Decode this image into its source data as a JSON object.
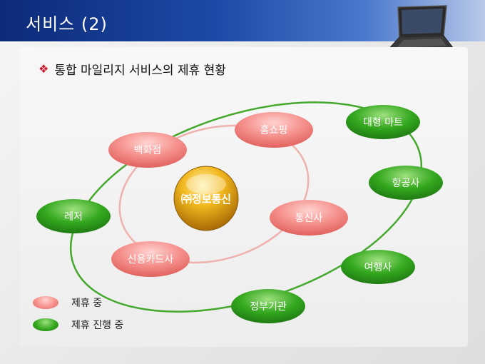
{
  "slide": {
    "title": "서비스 (2)",
    "subtitle_bullet": "❖",
    "subtitle": "통합 마일리지 서비스의 제휴 현황"
  },
  "center": {
    "label": "㈜정보통신"
  },
  "inner_nodes": [
    {
      "label": "백화점"
    },
    {
      "label": "홈쇼핑"
    },
    {
      "label": "통신사"
    },
    {
      "label": "신용카드사"
    }
  ],
  "outer_nodes": [
    {
      "label": "대형 마트"
    },
    {
      "label": "항공사"
    },
    {
      "label": "여행사"
    },
    {
      "label": "정부기관"
    },
    {
      "label": "레저"
    }
  ],
  "legend": [
    {
      "label": "제휴 중",
      "color": "#f08a86"
    },
    {
      "label": "제휴 진행 중",
      "color": "#2e9e1e"
    }
  ],
  "colors": {
    "inner_ring": "#efb0ae",
    "outer_ring": "#44a82c",
    "pink_node": "#f0837f",
    "green_node": "#2e9e1e",
    "center_orb": "#e0a010"
  },
  "icons": {
    "header_image": "laptop-icon"
  }
}
